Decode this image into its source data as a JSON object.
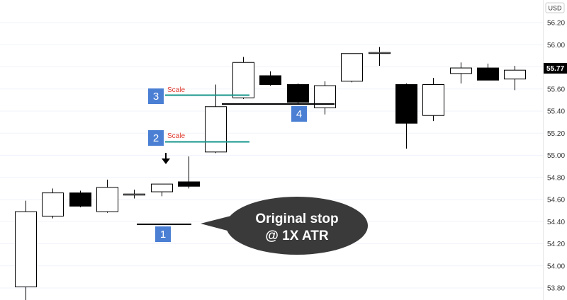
{
  "chart_data": {
    "type": "candlestick",
    "currency": "USD",
    "last_price_label": "55.77",
    "ylim": [
      53.68,
      56.33
    ],
    "y_ticks": [
      "56.20",
      "56.00",
      "55.80",
      "55.60",
      "55.40",
      "55.20",
      "55.00",
      "54.80",
      "54.60",
      "54.40",
      "54.20",
      "54.00",
      "53.80"
    ],
    "y_tick_values": [
      56.2,
      56.0,
      55.8,
      55.6,
      55.4,
      55.2,
      55.0,
      54.8,
      54.6,
      54.4,
      54.2,
      54.0,
      53.8
    ],
    "candles": [
      {
        "open": 53.81,
        "high": 54.59,
        "low": 53.68,
        "close": 54.49
      },
      {
        "open": 54.45,
        "high": 54.7,
        "low": 54.43,
        "close": 54.66
      },
      {
        "open": 54.66,
        "high": 54.68,
        "low": 54.53,
        "close": 54.54
      },
      {
        "open": 54.49,
        "high": 54.78,
        "low": 54.48,
        "close": 54.71
      },
      {
        "open": 54.64,
        "high": 54.69,
        "low": 54.61,
        "close": 54.65
      },
      {
        "open": 54.67,
        "high": 54.74,
        "low": 54.63,
        "close": 54.74
      },
      {
        "open": 54.76,
        "high": 54.99,
        "low": 54.7,
        "close": 54.72
      },
      {
        "open": 55.03,
        "high": 55.64,
        "low": 55.02,
        "close": 55.44
      },
      {
        "open": 55.52,
        "high": 55.89,
        "low": 55.51,
        "close": 55.84
      },
      {
        "open": 55.72,
        "high": 55.76,
        "low": 55.63,
        "close": 55.64
      },
      {
        "open": 55.64,
        "high": 55.65,
        "low": 55.46,
        "close": 55.48
      },
      {
        "open": 55.43,
        "high": 55.67,
        "low": 55.37,
        "close": 55.63
      },
      {
        "open": 55.67,
        "high": 55.92,
        "low": 55.66,
        "close": 55.92
      },
      {
        "open": 55.93,
        "high": 55.98,
        "low": 55.81,
        "close": 55.93
      },
      {
        "open": 55.64,
        "high": 55.65,
        "low": 55.06,
        "close": 55.29
      },
      {
        "open": 55.36,
        "high": 55.7,
        "low": 55.31,
        "close": 55.64
      },
      {
        "open": 55.74,
        "high": 55.84,
        "low": 55.65,
        "close": 55.79
      },
      {
        "open": 55.79,
        "high": 55.83,
        "low": 55.68,
        "close": 55.68
      },
      {
        "open": 55.69,
        "high": 55.81,
        "low": 55.59,
        "close": 55.77
      }
    ],
    "annotations": {
      "scale_label": "Scale",
      "marker_1": "1",
      "marker_2": "2",
      "marker_3": "3",
      "marker_4": "4",
      "callout_line1": "Original stop",
      "callout_line2": "@ 1X ATR",
      "colors": {
        "scale_line": "#16968a",
        "marker_fill": "#4a7fd4",
        "callout_fill": "#3a3a3a",
        "scale_text": "#e03a2e",
        "price_tag": "#000000"
      }
    }
  }
}
